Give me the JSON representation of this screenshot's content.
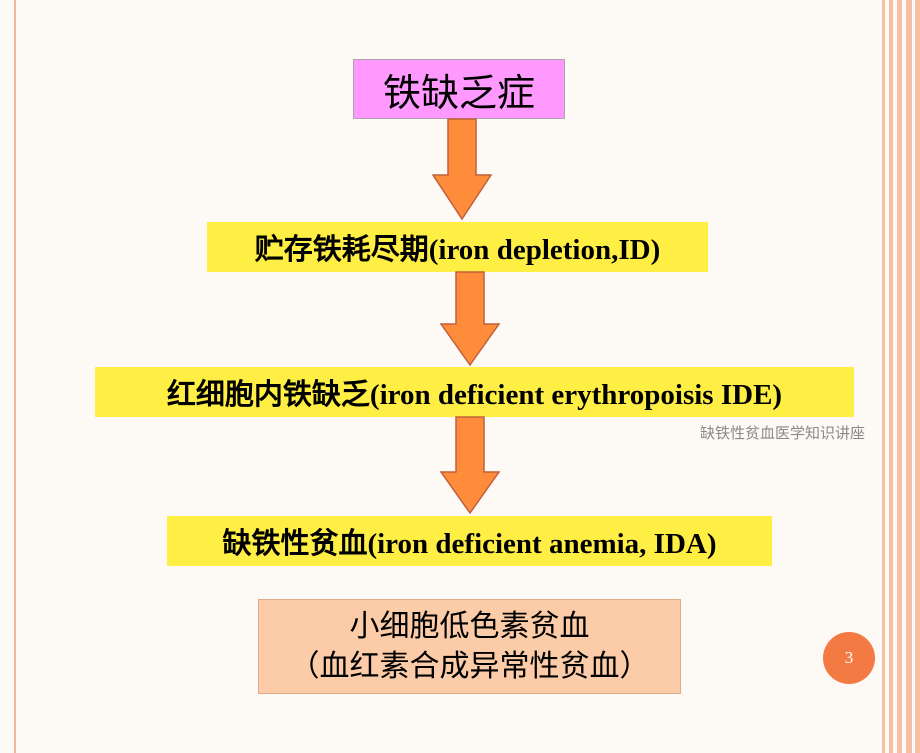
{
  "slide": {
    "title": "铁缺乏症",
    "stages": [
      "贮存铁耗尽期(iron depletion,ID)",
      "红细胞内铁缺乏(iron deficient erythropoisis IDE)",
      "缺铁性贫血(iron deficient anemia, IDA)"
    ],
    "result": {
      "line1": "小细胞低色素贫血",
      "line2": "（血红素合成异常性贫血）"
    },
    "watermark": "缺铁性贫血医学知识讲座",
    "page_number": "3"
  },
  "colors": {
    "title_bg": "#ff99ff",
    "stage_bg": "#ffee44",
    "result_bg": "#fccca8",
    "arrow_fill": "#ff8c3a",
    "arrow_stroke": "#c0603a",
    "page_badge": "#f47a44"
  }
}
